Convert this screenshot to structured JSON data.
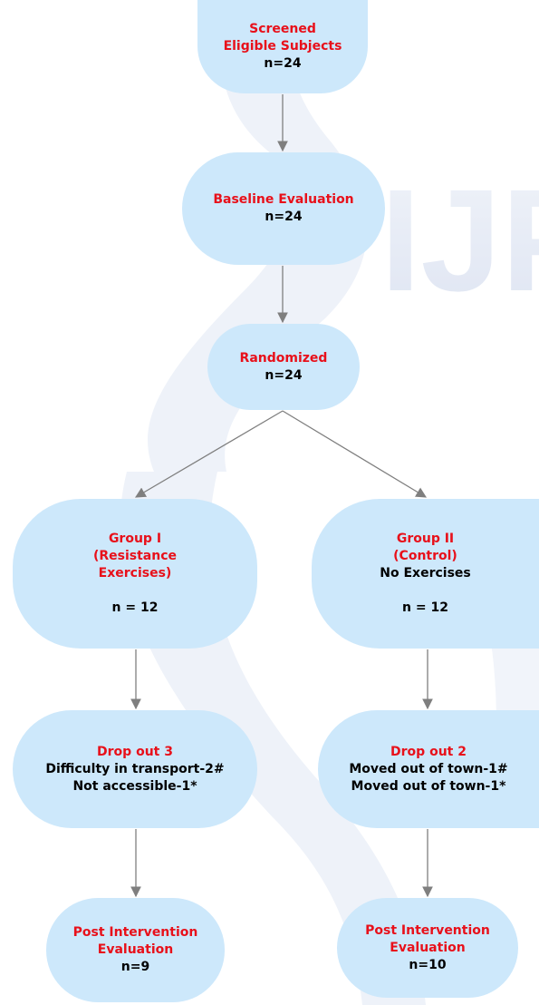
{
  "nodes": {
    "screened": {
      "title": "Screened\nEligible Subjects",
      "sub": "n=24"
    },
    "baseline": {
      "title": "Baseline Evaluation",
      "sub": "n=24"
    },
    "randomized": {
      "title": "Randomized",
      "sub": "n=24"
    },
    "group1": {
      "title": "Group I\n(Resistance\n Exercises)",
      "sub": "n = 12"
    },
    "group2": {
      "title": "Group II\n(Control)",
      "sub": "No Exercises",
      "sub2": "n = 12"
    },
    "drop1": {
      "title": "Drop out 3",
      "sub": "Difficulty in transport-2#\nNot accessible-1*"
    },
    "drop2": {
      "title": "Drop out 2",
      "sub": "Moved  out of town-1#\nMoved  out of town-1*"
    },
    "post1": {
      "title": "Post Intervention\nEvaluation",
      "sub": "n=9"
    },
    "post2": {
      "title": "Post Intervention\nEvaluation",
      "sub": "n=10"
    }
  },
  "watermark": {
    "text": "IJPT",
    "color": "#c9d3ea"
  },
  "colors": {
    "node_fill": "#cde8fb",
    "title_text": "#e8101a",
    "body_text": "#000000",
    "arrow": "#7f7f7f"
  }
}
